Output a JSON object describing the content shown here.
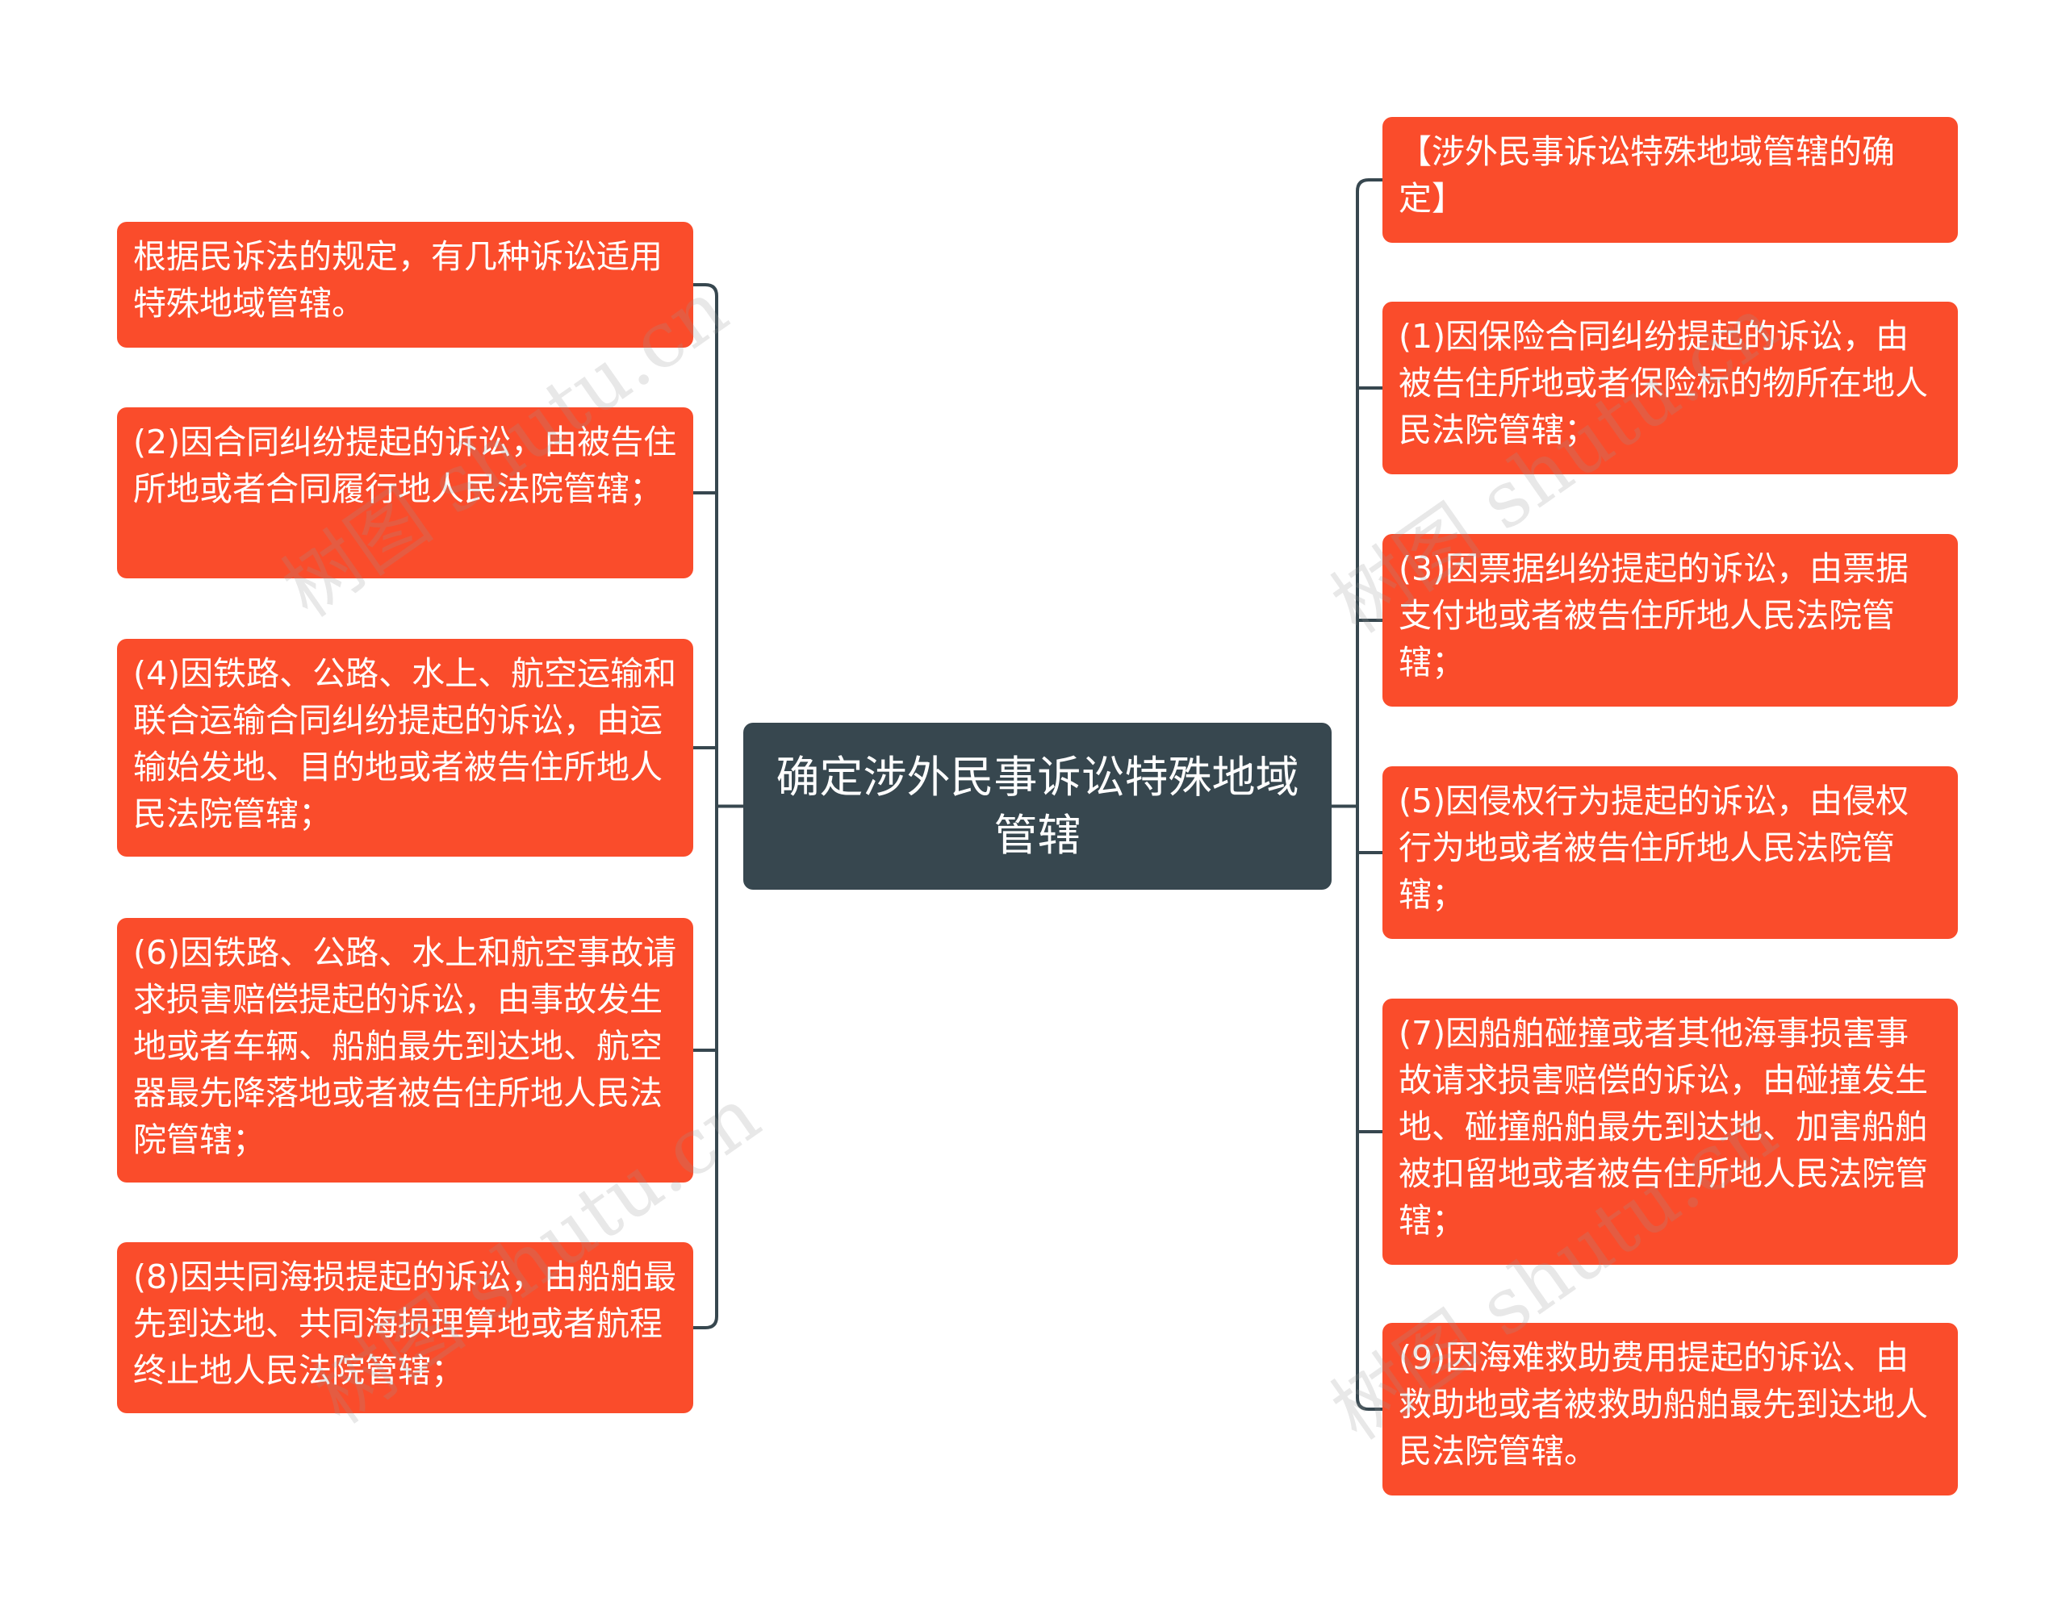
{
  "root": {
    "label": "确定涉外民事诉讼特殊地域管辖"
  },
  "left_nodes": [
    {
      "text": "根据民诉法的规定，有几种诉讼适用特殊地域管辖。"
    },
    {
      "text": "(2)因合同纠纷提起的诉讼，由被告住所地或者合同履行地人民法院管辖；"
    },
    {
      "text": "(4)因铁路、公路、水上、航空运输和联合运输合同纠纷提起的诉讼，由运输始发地、目的地或者被告住所地人民法院管辖；"
    },
    {
      "text": "(6)因铁路、公路、水上和航空事故请求损害赔偿提起的诉讼，由事故发生地或者车辆、船舶最先到达地、航空器最先降落地或者被告住所地人民法院管辖；"
    },
    {
      "text": "(8)因共同海损提起的诉讼，由船舶最先到达地、共同海损理算地或者航程终止地人民法院管辖；"
    }
  ],
  "right_nodes": [
    {
      "text": "【涉外民事诉讼特殊地域管辖的确定】"
    },
    {
      "text": "(1)因保险合同纠纷提起的诉讼，由被告住所地或者保险标的物所在地人民法院管辖；"
    },
    {
      "text": "(3)因票据纠纷提起的诉讼，由票据支付地或者被告住所地人民法院管辖；"
    },
    {
      "text": "(5)因侵权行为提起的诉讼，由侵权行为地或者被告住所地人民法院管辖；"
    },
    {
      "text": "(7)因船舶碰撞或者其他海事损害事故请求损害赔偿的诉讼，由碰撞发生地、碰撞船舶最先到达地、加害船舶被扣留地或者被告住所地人民法院管辖；"
    },
    {
      "text": "(9)因海难救助费用提起的诉讼、由救助地或者被救助船舶最先到达地人民法院管辖。"
    }
  ],
  "watermark": "树图 shutu.cn",
  "colors": {
    "node": "#fa4c2b",
    "root": "#37474f",
    "line": "#37474f"
  }
}
